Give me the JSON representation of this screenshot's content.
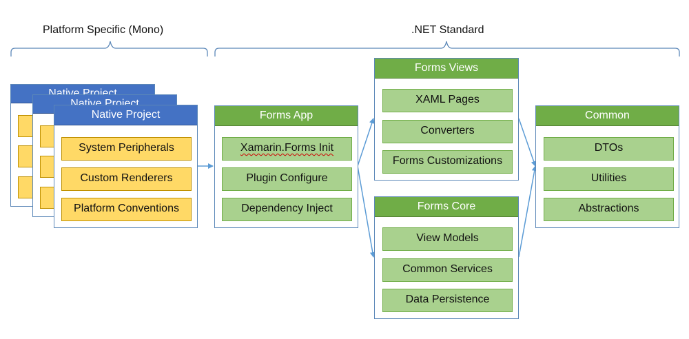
{
  "sections": {
    "platform_specific": "Platform Specific (Mono)",
    "net_standard": ".NET Standard"
  },
  "native_project": {
    "title_back1": "Native Project",
    "title_back2": "Native Project",
    "title": "Native Project",
    "items": [
      "System Peripherals",
      "Custom Renderers",
      "Platform Conventions"
    ]
  },
  "forms_app": {
    "title": "Forms App",
    "items": [
      "Xamarin.Forms Init",
      "Plugin Configure",
      "Dependency Inject"
    ]
  },
  "forms_views": {
    "title": "Forms Views",
    "items": [
      "XAML Pages",
      "Converters",
      "Forms Customizations"
    ]
  },
  "forms_core": {
    "title": "Forms Core",
    "items": [
      "View Models",
      "Common Services",
      "Data Persistence"
    ]
  },
  "common": {
    "title": "Common",
    "items": [
      "DTOs",
      "Utilities",
      "Abstractions"
    ]
  },
  "colors": {
    "green_header": "#70ad47",
    "green_item": "#a9d18e",
    "blue_header": "#4472c4",
    "yellow_item": "#ffd966",
    "connector": "#5b9bd5"
  }
}
